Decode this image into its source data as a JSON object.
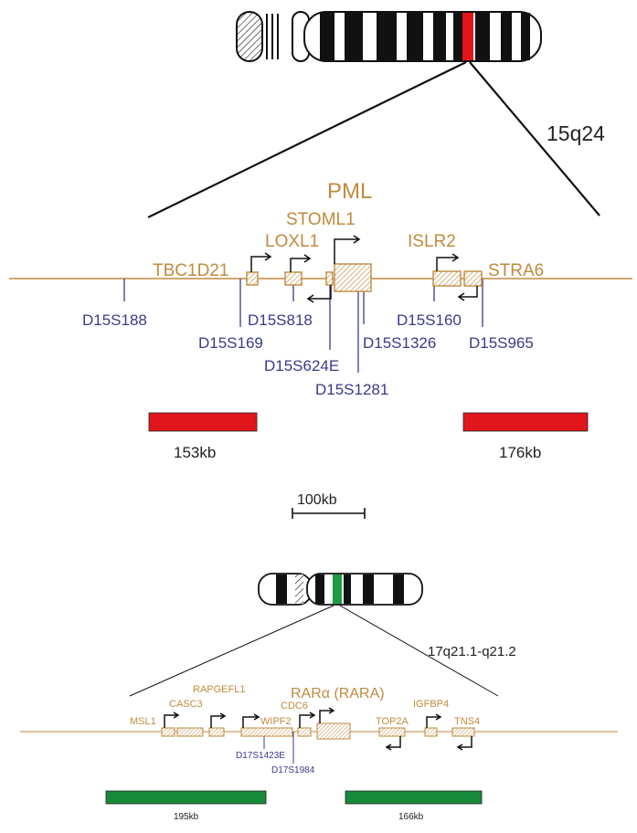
{
  "colors": {
    "gene": "#C08A3E",
    "marker": "#3A3A8C",
    "probe_red": "#E0161B",
    "probe_green": "#188A3A",
    "band_red": "#E2141B",
    "band_green": "#1E9A45"
  },
  "top": {
    "band_label": "15q24",
    "title_gene": "PML",
    "genes": {
      "stoml1": "STOML1",
      "loxl1": "LOXL1",
      "tbc1d21": "TBC1D21",
      "islr2": "ISLR2",
      "stra6": "STRA6"
    },
    "markers": {
      "d15s188": "D15S188",
      "d15s169": "D15S169",
      "d15s818": "D15S818",
      "d15s624e": "D15S624E",
      "d15s1281": "D15S1281",
      "d15s1326": "D15S1326",
      "d15s160": "D15S160",
      "d15s965": "D15S965"
    },
    "probes": {
      "left": "153kb",
      "right": "176kb"
    },
    "scale": "100kb"
  },
  "bottom": {
    "band_label": "17q21.1-q21.2",
    "title_gene": "RARα (RARA)",
    "genes": {
      "rapgefl1": "RAPGEFL1",
      "casc3": "CASC3",
      "msl1": "MSL1",
      "cdc6": "CDC6",
      "wipf2": "WIPF2",
      "top2a": "TOP2A",
      "igfbp4": "IGFBP4",
      "tns4": "TNS4"
    },
    "markers": {
      "d17s1423e": "D17S1423E",
      "d17s1984": "D17S1984"
    },
    "probes": {
      "left": "195kb",
      "right": "166kb"
    }
  }
}
